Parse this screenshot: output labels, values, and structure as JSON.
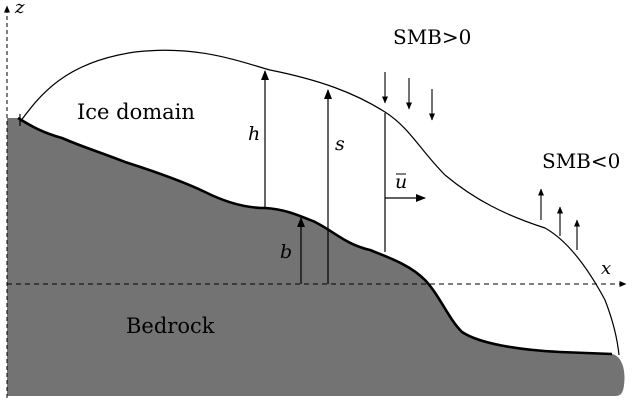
{
  "axes": {
    "z_label": "z",
    "x_label": "x"
  },
  "regions": {
    "ice_domain": "Ice domain",
    "bedrock": "Bedrock"
  },
  "quantities": {
    "h": "h",
    "s": "s",
    "b": "b",
    "u": "u"
  },
  "smb": {
    "positive": "SMB>0",
    "negative": "SMB<0"
  },
  "colors": {
    "bedrock_fill": "#737373",
    "lines": "#000000",
    "background": "#ffffff"
  }
}
